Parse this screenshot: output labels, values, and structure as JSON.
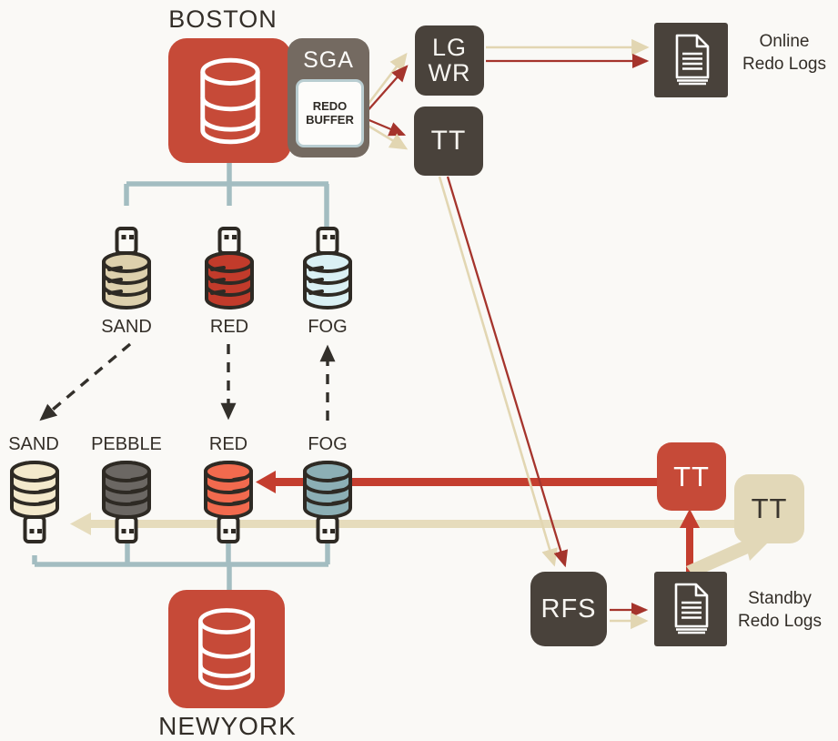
{
  "colors": {
    "background": "#faf9f6",
    "oracle_red": "#c64a38",
    "dark_box": "#49423b",
    "sga_gray": "#746a61",
    "beige_arrow": "#e6dcbc",
    "thin_red_arrow": "#a5342c",
    "thick_red_arrow": "#c43e2f",
    "teal_connector": "#a3bdc1",
    "sand_top": "#ddd0ad",
    "red_top": "#c23b2b",
    "fog_top": "#daf0f4",
    "sand_bottom": "#f3e9cc",
    "pebble_gray": "#6b6763",
    "red_bottom": "#f26a4e",
    "fog_bottom": "#8cafb5"
  },
  "primary_db": {
    "label": "BOSTON"
  },
  "standby_db": {
    "label": "NEWYORK"
  },
  "sga": {
    "label": "SGA",
    "redo_buffer_label": "REDO BUFFER"
  },
  "processes": {
    "lgwr": "LG\nWR",
    "tt_primary": "TT",
    "rfs": "RFS",
    "tt_red": "TT",
    "tt_beige": "TT"
  },
  "logs": {
    "online": "Online Redo Logs",
    "standby": "Standby Redo Logs"
  },
  "pdbs": {
    "primary": [
      {
        "label": "SAND"
      },
      {
        "label": "RED"
      },
      {
        "label": "FOG"
      }
    ],
    "standby": [
      {
        "label": "SAND"
      },
      {
        "label": "PEBBLE"
      },
      {
        "label": "RED"
      },
      {
        "label": "FOG"
      }
    ]
  }
}
